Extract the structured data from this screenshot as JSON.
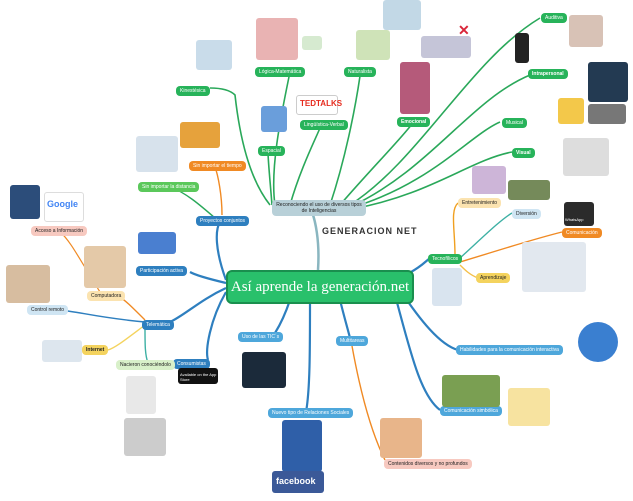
{
  "central": "Así aprende la generación.net",
  "logo": "GENERACION NET",
  "ted": "TEDTALKS",
  "appstore": "Available on the App Store",
  "whatsapp": "WhatsApp",
  "facebook": "facebook",
  "google": "Google",
  "nodes": {
    "reconociendo": "Reconociendo el uso de diversos tipos de Inteligencias",
    "kinestesica": "Kinestésica",
    "logica": "Lógica-Matemática",
    "naturalista": "Naturalista",
    "linguistica": "Lingüística-Verbal",
    "espacial": "Espacial",
    "emocional": "Emocional",
    "auditiva": "Auditiva",
    "intrapersonal": "Intrapersonal",
    "musical": "Musical",
    "visual": "Visual",
    "tecnofilicos": "Tecnofílicos",
    "entretenimiento": "Entretenimiento",
    "diversion": "Diversión",
    "comunicacion": "Comunicación",
    "aprendizaje": "Aprendizaje",
    "habilidades": "Habilidades para la comunicación interactiva",
    "comunicacion_simbolica": "Comunicación simbólica",
    "multitareas": "Multitareas",
    "contenidos": "Contenidos diversos y no profundos",
    "nuevo_tipo": "Nuevo tipo de Relaciones Sociales",
    "uso_tic": "Uso de las TIC´s",
    "consumistas": "Consumistas",
    "telematica": "Telemática",
    "internet": "Internet",
    "nacieron": "Nacieron conociéndolo",
    "control_remoto": "Control remoto",
    "computadora": "Computadora",
    "acceso_info": "Acceso a Información",
    "participacion": "Participación activa",
    "proyectos": "Proyectos conjuntos",
    "sin_distancia": "Sin importar la distancia",
    "sin_tiempo": "Sin importar el tiempo"
  },
  "colors": {
    "green": "#27b35a",
    "blue": "#2e7fbf",
    "teal": "#3db0a4",
    "orange": "#f08a24"
  }
}
